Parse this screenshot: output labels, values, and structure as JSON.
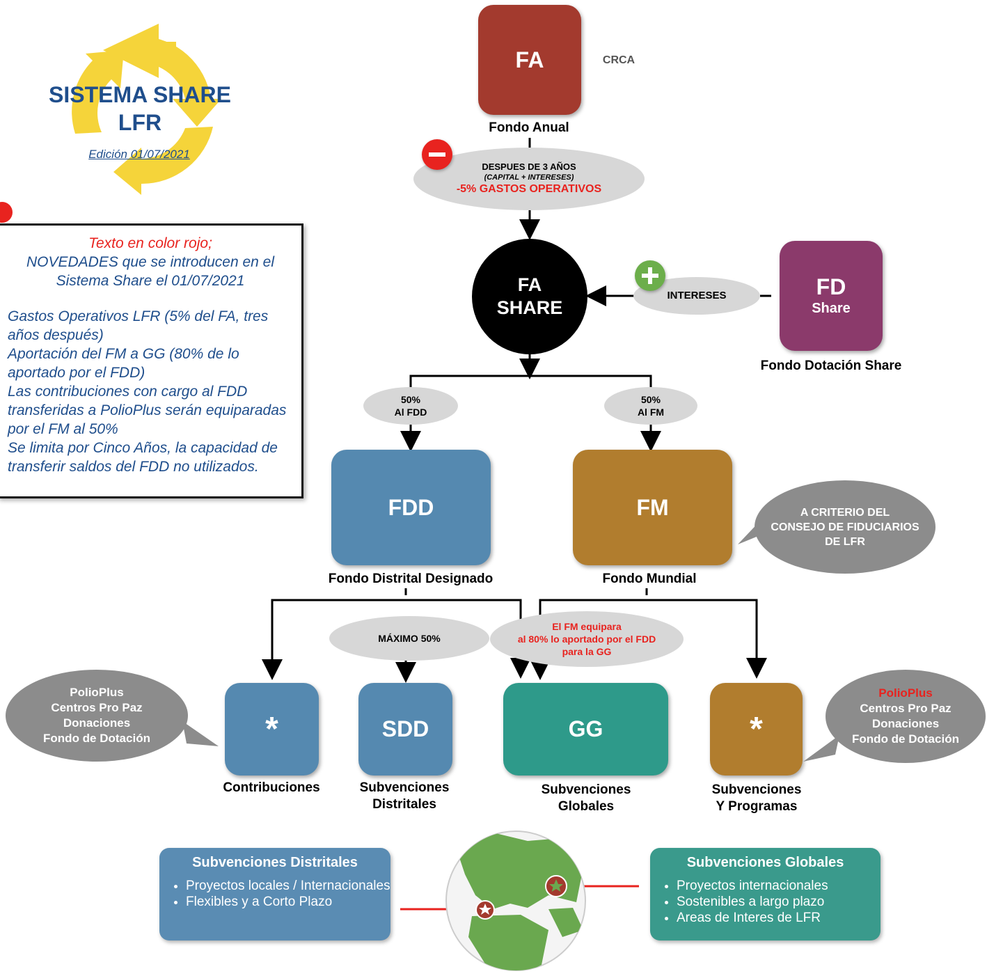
{
  "logo": {
    "title_line1": "SISTEMA SHARE",
    "title_line2": "LFR",
    "edition": "Edición 01/07/2021"
  },
  "novedades": {
    "line_red": "Texto en color rojo;",
    "line2": "NOVEDADES que se introducen en el",
    "line3": "Sistema Share el 01/07/2021",
    "items": [
      "Gastos Operativos LFR (5% del FA, tres años después)",
      "Aportación del FM a GG (80% de lo aportado por el FDD)",
      "Las contribuciones con cargo al FDD transferidas a PolioPlus serán equiparadas por el FM al 50%",
      "Se limita por Cinco Años, la capacidad de transferir saldos del FDD no utilizados."
    ]
  },
  "fa": {
    "label": "FA",
    "caption": "Fondo Anual",
    "side_label": "CRCA"
  },
  "gastos": {
    "line1": "DESPUES DE 3 AÑOS",
    "line2": "(CAPITAL + INTERESES)",
    "line3": "-5% GASTOS OPERATIVOS"
  },
  "fa_share": {
    "line1": "FA",
    "line2": "SHARE"
  },
  "intereses": {
    "label": "INTERESES"
  },
  "fd": {
    "line1": "FD",
    "line2": "Share",
    "caption": "Fondo Dotación Share"
  },
  "split_fdd": {
    "line1": "50%",
    "line2": "Al FDD"
  },
  "split_fm": {
    "line1": "50%",
    "line2": "Al FM"
  },
  "fdd": {
    "label": "FDD",
    "caption": "Fondo Distrital Designado"
  },
  "fm": {
    "label": "FM",
    "caption": "Fondo Mundial"
  },
  "fm_bubble": {
    "line1": "A CRITERIO DEL",
    "line2": "CONSEJO DE FIDUCIARIOS",
    "line3": "DE LFR"
  },
  "maximo": {
    "label": "MÁXIMO 50%"
  },
  "equipara": {
    "line1": "El FM equipara",
    "line2": "al 80% lo aportado por el FDD",
    "line3": "para la GG"
  },
  "contribuciones": {
    "label": "*",
    "caption": "Contribuciones"
  },
  "sdd": {
    "label": "SDD",
    "caption_line1": "Subvenciones",
    "caption_line2": "Distritales"
  },
  "gg": {
    "label": "GG",
    "caption_line1": "Subvenciones",
    "caption_line2": "Globales"
  },
  "programas": {
    "label": "*",
    "caption_line1": "Subvenciones",
    "caption_line2": "Y Programas"
  },
  "left_bubble": {
    "line1": "PolioPlus",
    "line2": "Centros Pro Paz",
    "line3": "Donaciones",
    "line4": "Fondo de Dotación"
  },
  "right_bubble": {
    "line1": "PolioPlus",
    "line2": "Centros Pro Paz",
    "line3": "Donaciones",
    "line4": "Fondo de Dotación"
  },
  "info_sd": {
    "title": "Subvenciones Distritales",
    "items": [
      "Proyectos locales / Internacionales",
      "Flexibles y a Corto Plazo"
    ]
  },
  "info_sg": {
    "title": "Subvenciones Globales",
    "items": [
      "Proyectos internacionales",
      "Sostenibles a largo plazo",
      "Areas de Interes de LFR"
    ]
  },
  "colors": {
    "fa": "#a33a2e",
    "fd": "#8b3a6b",
    "fdd": "#5589b0",
    "fm": "#b17d2e",
    "gg": "#2e9a8a",
    "info_sd": "#5a8cb3",
    "info_sg": "#3a9a8c",
    "logo_title": "#1f4e8c",
    "logo_arrows": "#f5d43a",
    "highlight_red": "#e8231f"
  }
}
